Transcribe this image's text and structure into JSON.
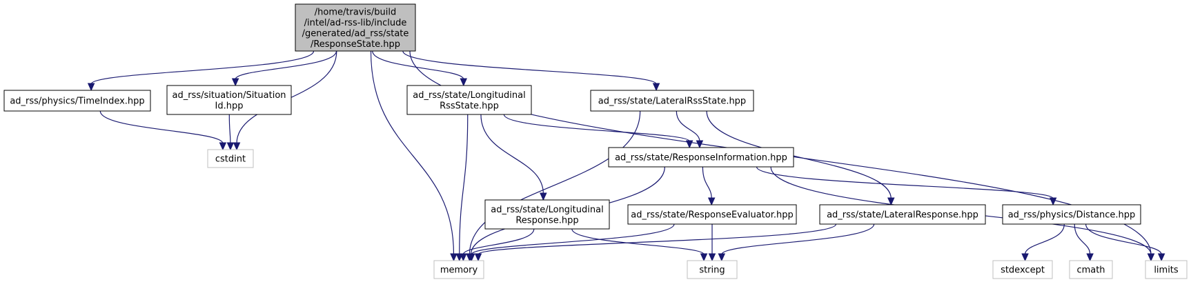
{
  "colors": {
    "edge": "#191970",
    "root_fill": "#bfbfbf",
    "node_fill": "#ffffff",
    "node_border": "#000000",
    "system_border": "#bfbfbf"
  },
  "nodes": {
    "root": {
      "lines": [
        "/home/travis/build",
        "/intel/ad-rss-lib/include",
        "/generated/ad_rss/state",
        "/ResponseState.hpp"
      ]
    },
    "time_index": {
      "lines": [
        "ad_rss/physics/TimeIndex.hpp"
      ]
    },
    "situation_id": {
      "lines": [
        "ad_rss/situation/Situation",
        "Id.hpp"
      ]
    },
    "longitudinal_rss_state": {
      "lines": [
        "ad_rss/state/Longitudinal",
        "RssState.hpp"
      ]
    },
    "lateral_rss_state": {
      "lines": [
        "ad_rss/state/LateralRssState.hpp"
      ]
    },
    "cstdint": {
      "lines": [
        "cstdint"
      ]
    },
    "response_information": {
      "lines": [
        "ad_rss/state/ResponseInformation.hpp"
      ]
    },
    "longitudinal_response": {
      "lines": [
        "ad_rss/state/Longitudinal",
        "Response.hpp"
      ]
    },
    "response_evaluator": {
      "lines": [
        "ad_rss/state/ResponseEvaluator.hpp"
      ]
    },
    "lateral_response": {
      "lines": [
        "ad_rss/state/LateralResponse.hpp"
      ]
    },
    "distance": {
      "lines": [
        "ad_rss/physics/Distance.hpp"
      ]
    },
    "memory": {
      "lines": [
        "memory"
      ]
    },
    "string": {
      "lines": [
        "string"
      ]
    },
    "stdexcept": {
      "lines": [
        "stdexcept"
      ]
    },
    "cmath": {
      "lines": [
        "cmath"
      ]
    },
    "limits": {
      "lines": [
        "limits"
      ]
    }
  },
  "edges": [
    [
      "root",
      "time_index"
    ],
    [
      "root",
      "situation_id"
    ],
    [
      "root",
      "cstdint"
    ],
    [
      "root",
      "memory"
    ],
    [
      "root",
      "longitudinal_rss_state"
    ],
    [
      "root",
      "lateral_rss_state"
    ],
    [
      "root",
      "limits"
    ],
    [
      "time_index",
      "cstdint"
    ],
    [
      "situation_id",
      "cstdint"
    ],
    [
      "longitudinal_rss_state",
      "memory"
    ],
    [
      "longitudinal_rss_state",
      "longitudinal_response"
    ],
    [
      "longitudinal_rss_state",
      "response_information"
    ],
    [
      "lateral_rss_state",
      "memory"
    ],
    [
      "lateral_rss_state",
      "response_information"
    ],
    [
      "lateral_rss_state",
      "lateral_response"
    ],
    [
      "response_information",
      "memory"
    ],
    [
      "response_information",
      "response_evaluator"
    ],
    [
      "response_information",
      "distance"
    ],
    [
      "response_information",
      "limits"
    ],
    [
      "longitudinal_response",
      "memory"
    ],
    [
      "longitudinal_response",
      "string"
    ],
    [
      "response_evaluator",
      "memory"
    ],
    [
      "response_evaluator",
      "string"
    ],
    [
      "lateral_response",
      "memory"
    ],
    [
      "lateral_response",
      "string"
    ],
    [
      "distance",
      "stdexcept"
    ],
    [
      "distance",
      "cmath"
    ],
    [
      "distance",
      "limits"
    ]
  ]
}
